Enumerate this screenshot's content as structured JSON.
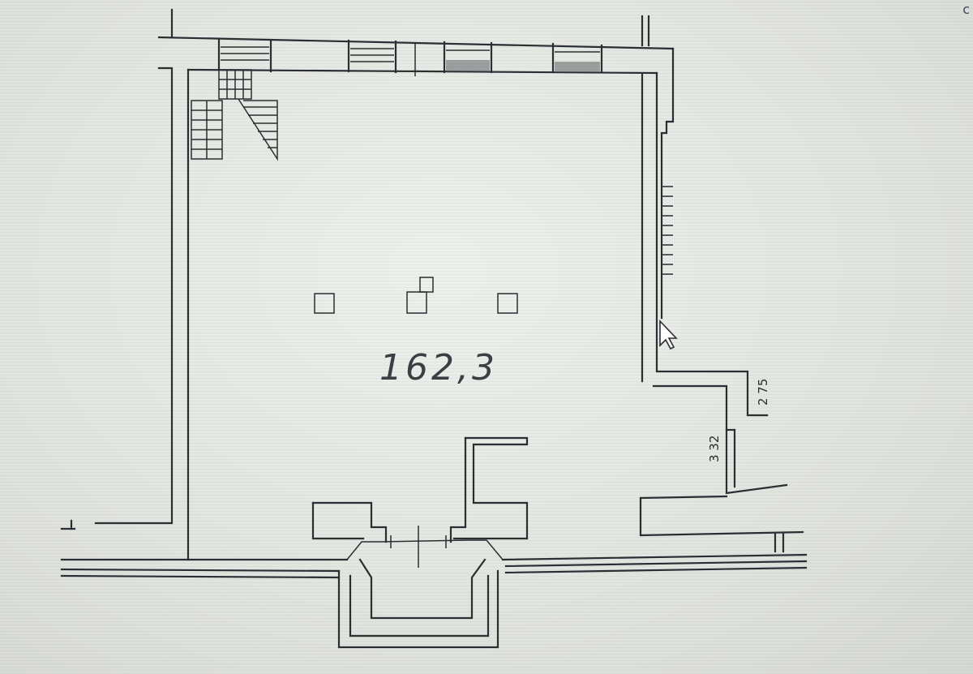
{
  "plan": {
    "room_area_label": "162,3",
    "dimension_labels": [
      "3 32",
      "2 75"
    ]
  },
  "ui": {
    "corner_glyph": "c",
    "cursor_icon": "pointer-arrow-icon"
  }
}
